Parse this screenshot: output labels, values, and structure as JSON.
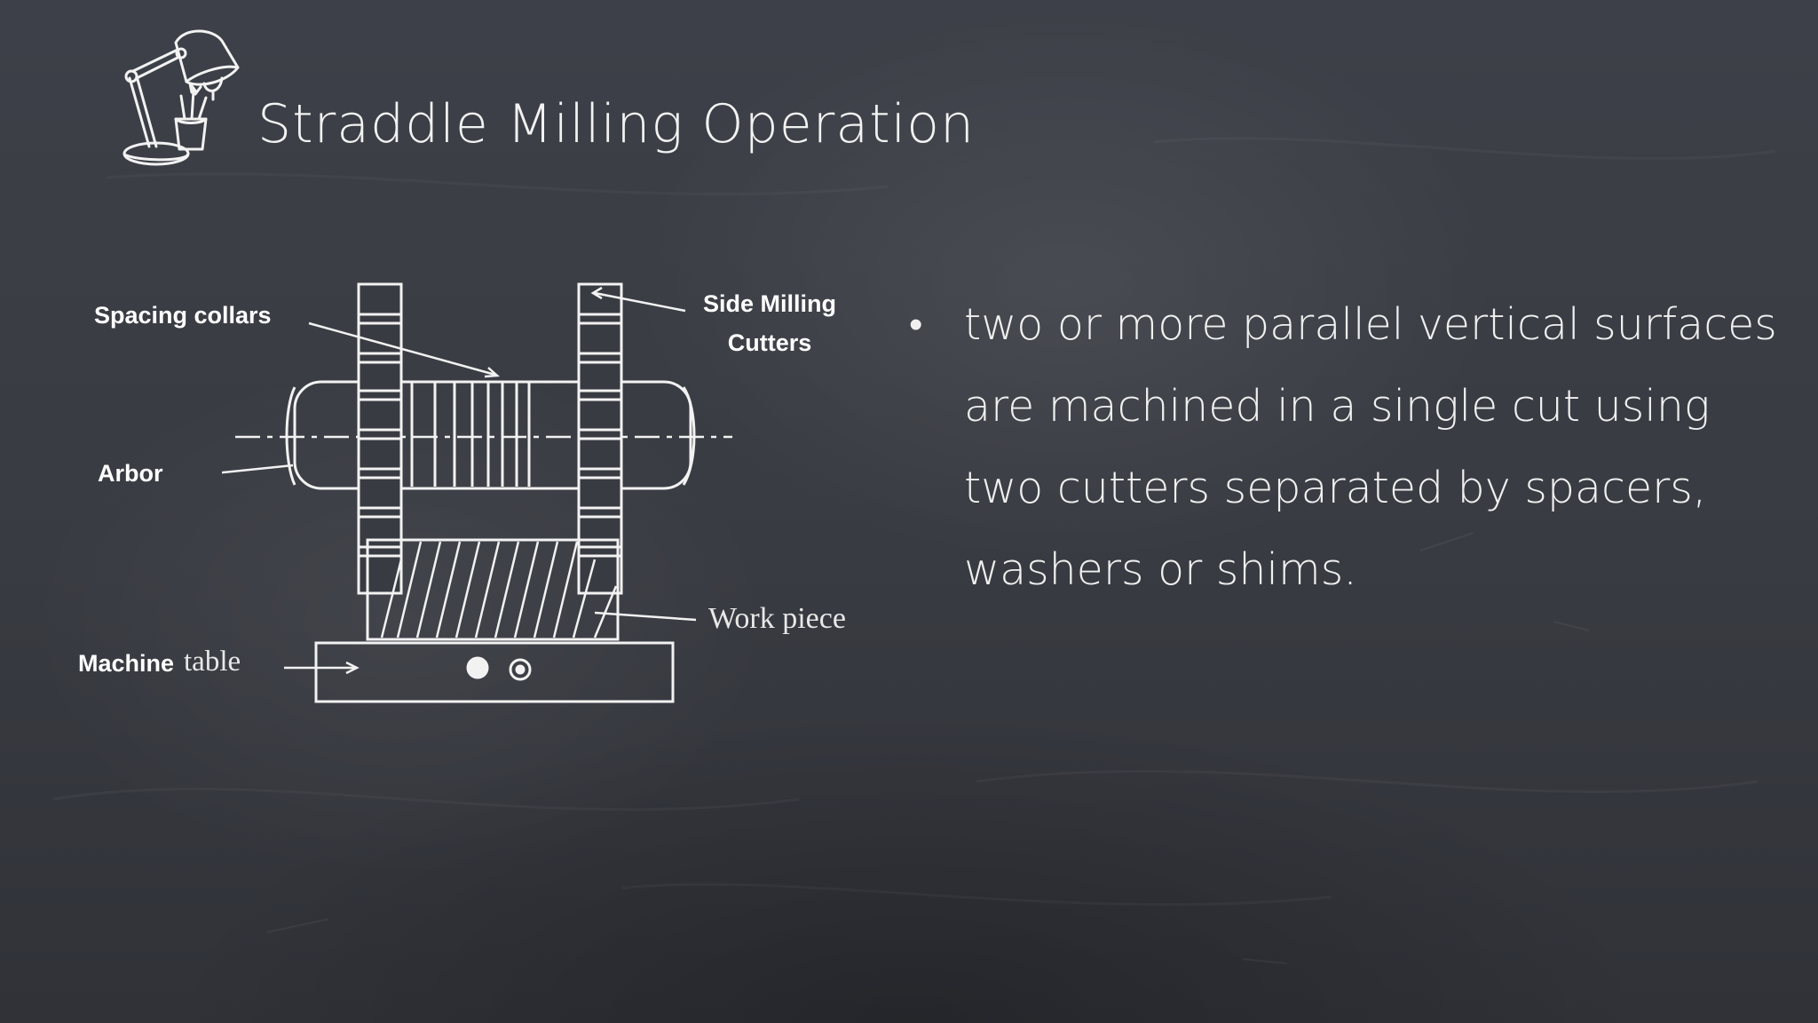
{
  "slide": {
    "title": "Straddle Milling Operation",
    "icon": "desk-lamp-icon",
    "background_color": "#3b3d44",
    "text_color": "#f2f2f2"
  },
  "diagram": {
    "labels": {
      "spacing_collars": "Spacing collars",
      "side_milling_line1": "Side Milling",
      "side_milling_line2": "Cutters",
      "arbor": "Arbor",
      "machine": "Machine",
      "table_tail": "table",
      "work_piece": "Work piece"
    }
  },
  "content": {
    "bullets": [
      "two or more parallel vertical surfaces are machined in a single cut using two cutters separated by spacers, washers or shims."
    ]
  }
}
